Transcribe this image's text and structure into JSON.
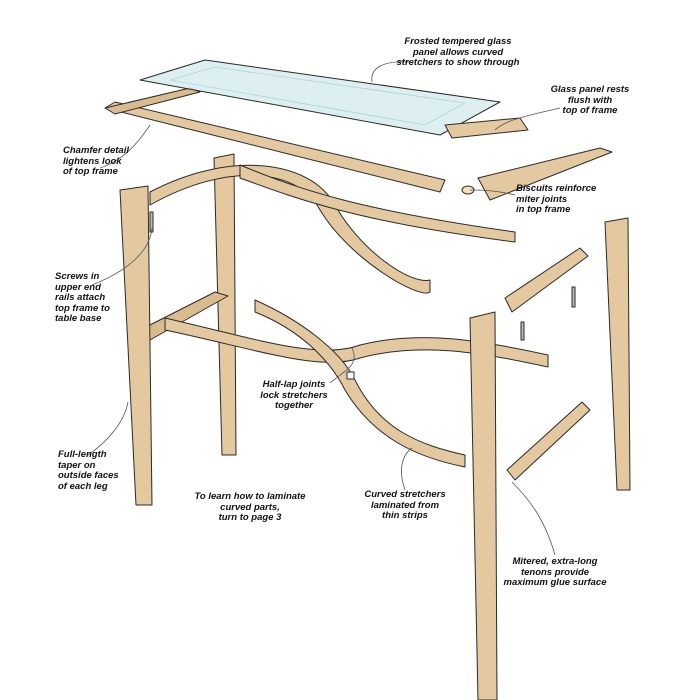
{
  "colors": {
    "wood": "#e4c9a0",
    "wood_dark": "#c9a878",
    "glass": "#d7ecee",
    "outline": "#2a2a2a",
    "leader": "#555555"
  },
  "callouts": {
    "glass_panel": "Frosted tempered glass\npanel allows curved\nstretchers to show through",
    "glass_flush": "Glass panel rests\nflush with\ntop of frame",
    "chamfer": "Chamfer detail\nlightens look\nof top frame",
    "biscuits": "Biscuits reinforce\nmiter joints\nin top frame",
    "screws": "Screws in\nupper end\nrails attach\ntop frame to\ntable base",
    "half_lap": "Half-lap joints\nlock stretchers\ntogether",
    "taper": "Full-length\ntaper on\noutside faces\nof each leg",
    "laminate_note": "To learn how to laminate\ncurved parts,\nturn to page 3",
    "curved_stretchers": "Curved stretchers\nlaminated from\nthin strips",
    "tenons": "Mitered, extra-long\ntenons provide\nmaximum glue surface"
  }
}
